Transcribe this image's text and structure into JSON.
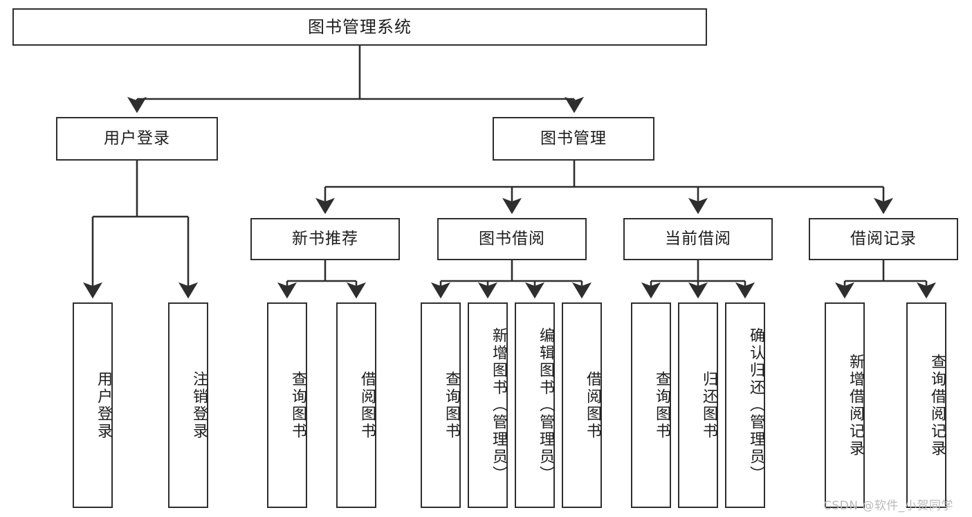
{
  "diagram": {
    "title": "图书管理系统",
    "type": "tree-hierarchy-chart",
    "watermark": "CSDN @软件_小贺同学",
    "colors": {
      "box_border": "#2e2e2e",
      "box_fill": "#ffffff",
      "edge": "#2e2e2e",
      "text": "#1c1c1c",
      "watermark": "#b9b9b9",
      "background": "#ffffff"
    },
    "nodes": {
      "root": {
        "label": "图书管理系统"
      },
      "level2": [
        {
          "id": "user-login",
          "label": "用户登录"
        },
        {
          "id": "book-management",
          "label": "图书管理"
        }
      ],
      "level3": [
        {
          "id": "new-book-recommend",
          "label": "新书推荐"
        },
        {
          "id": "book-borrow",
          "label": "图书借阅"
        },
        {
          "id": "current-borrow",
          "label": "当前借阅"
        },
        {
          "id": "borrow-record",
          "label": "借阅记录"
        }
      ],
      "leaves": [
        {
          "id": "leaf-user-login",
          "label": "用户登录",
          "parent": "user-login"
        },
        {
          "id": "leaf-logout-login",
          "label": "注销登录",
          "parent": "user-login"
        },
        {
          "id": "leaf-query-book-1",
          "label": "查询图书",
          "parent": "new-book-recommend"
        },
        {
          "id": "leaf-borrow-book-1",
          "label": "借阅图书",
          "parent": "new-book-recommend"
        },
        {
          "id": "leaf-query-book-2",
          "label": "查询图书",
          "parent": "book-borrow"
        },
        {
          "id": "leaf-add-book",
          "label": "新增图书（管理员）",
          "parent": "book-borrow"
        },
        {
          "id": "leaf-edit-book",
          "label": "编辑图书（管理员）",
          "parent": "book-borrow"
        },
        {
          "id": "leaf-borrow-book-2",
          "label": "借阅图书",
          "parent": "book-borrow"
        },
        {
          "id": "leaf-query-book-3",
          "label": "查询图书",
          "parent": "current-borrow"
        },
        {
          "id": "leaf-return-book",
          "label": "归还图书",
          "parent": "current-borrow"
        },
        {
          "id": "leaf-confirm-return",
          "label": "确认归还（管理员）",
          "parent": "current-borrow"
        },
        {
          "id": "leaf-add-record",
          "label": "新增借阅记录",
          "parent": "borrow-record"
        },
        {
          "id": "leaf-query-record",
          "label": "查询借阅记录",
          "parent": "borrow-record"
        }
      ]
    }
  }
}
